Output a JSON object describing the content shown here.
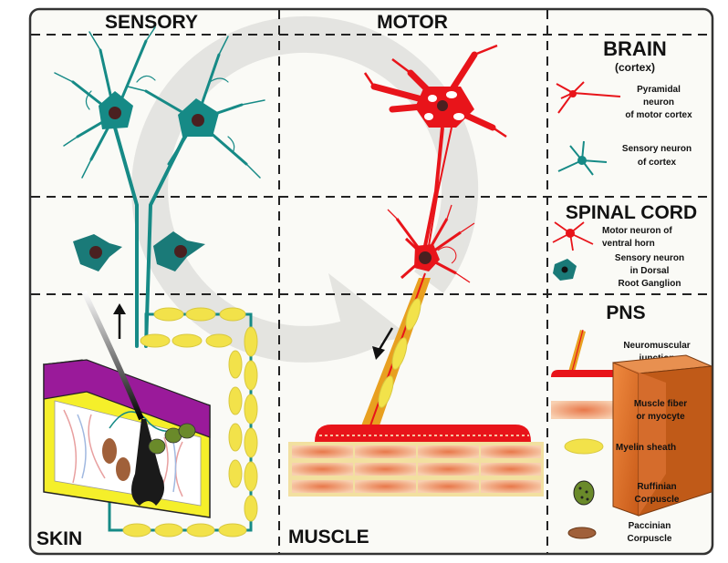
{
  "columns": {
    "sensory": "SENSORY",
    "motor": "MOTOR"
  },
  "regions": {
    "skin": "SKIN",
    "muscle": "MUSCLE"
  },
  "legend": {
    "brain": {
      "title": "BRAIN",
      "subtitle": "(cortex)",
      "items": [
        {
          "label": [
            "Pyramidal",
            "neuron",
            "of motor cortex"
          ],
          "icon": "pyramidal-neuron-icon",
          "color": "#e8141a"
        },
        {
          "label": [
            "Sensory neuron",
            "of cortex"
          ],
          "icon": "cortical-sensory-neuron-icon",
          "color": "#168a86"
        }
      ]
    },
    "spinal_cord": {
      "title": "SPINAL CORD",
      "items": [
        {
          "label": [
            "Motor neuron of",
            "ventral horn"
          ],
          "icon": "ventral-horn-motor-neuron-icon",
          "color": "#e8141a"
        },
        {
          "label": [
            "Sensory neuron",
            "in Dorsal",
            "Root Ganglion"
          ],
          "icon": "drg-sensory-neuron-icon",
          "color": "#1a7a78"
        }
      ]
    },
    "pns": {
      "title": "PNS",
      "items": [
        {
          "label": [
            "Neuromuscular",
            "junction"
          ],
          "icon": "neuromuscular-junction-icon"
        },
        {
          "label": [
            "Muscle fiber",
            "or myocyte"
          ],
          "icon": "muscle-fiber-icon"
        },
        {
          "label": [
            "Myelin sheath"
          ],
          "icon": "myelin-sheath-icon",
          "color": "#f2e24a"
        },
        {
          "label": [
            "Ruffinian",
            "Corpuscle"
          ],
          "icon": "ruffinian-corpuscle-icon",
          "color": "#6a8a2a"
        },
        {
          "label": [
            "Paccinian",
            "Corpuscle"
          ],
          "icon": "paccinian-corpuscle-icon",
          "color": "#a0603a"
        }
      ]
    }
  },
  "colors": {
    "sensory_neuron": "#168a86",
    "motor_neuron": "#e8141a",
    "myelin": "#f2e24a",
    "axon_motor": "#e8a020",
    "skin": "#9a1a9a",
    "muscle": "#f0b890",
    "background": "#fafaf6"
  }
}
